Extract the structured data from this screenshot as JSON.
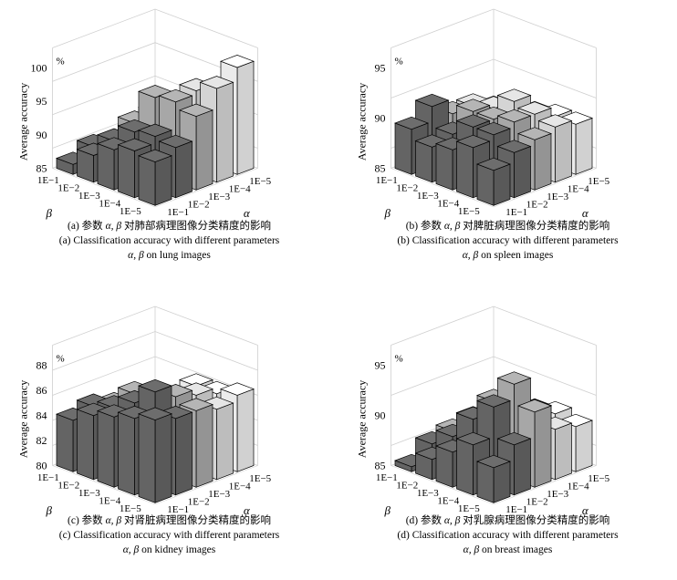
{
  "colors": {
    "bar_dark": "#6d6d6d",
    "bar_mid": "#b5b5b5",
    "bar_light": "#e6e6e6",
    "bar_white": "#ffffff",
    "edge": "#000000",
    "grid": "#cfcfcf"
  },
  "chart_data": [
    {
      "type": "bar3d",
      "zlabel": "Average accuracy",
      "zunit": "%",
      "zlim": [
        85,
        100
      ],
      "zticks": [
        "85",
        "90",
        "95",
        "100"
      ],
      "alpha_ticks": [
        "1E−1",
        "1E−2",
        "1E−3",
        "1E−4",
        "1E−5"
      ],
      "beta_ticks": [
        "1E−5",
        "1E−4",
        "1E−3",
        "1E−2",
        "1E−1"
      ],
      "alpha_label": "α",
      "beta_label": "β",
      "alpha": [
        "1E-1",
        "1E-2",
        "1E-3",
        "1E-4",
        "1E-5"
      ],
      "beta": [
        "1E-5",
        "1E-4",
        "1E-3",
        "1E-2",
        "1E-1"
      ],
      "values": [
        [
          88.5,
          89.5,
          93.0,
          96.0,
          98.0
        ],
        [
          89.0,
          90.0,
          94.0,
          94.5,
          93.5
        ],
        [
          88.0,
          89.5,
          93.5,
          91.5,
          90.5
        ],
        [
          86.0,
          87.0,
          88.5,
          88.0,
          87.0
        ],
        [
          83.5,
          85.0,
          84.5,
          85.0,
          86.5
        ]
      ],
      "caption": {
        "cn_label": "(a) 参数 ",
        "cn_sym": "α, β",
        "cn_text": " 对肺部病理图像分类精度的影响",
        "en_line1": "(a) Classification accuracy with different parameters",
        "en_sym": "α, β",
        "en_text": " on lung images"
      }
    },
    {
      "type": "bar3d",
      "zlabel": "Average accuracy",
      "zunit": "%",
      "zlim": [
        85,
        95
      ],
      "zticks": [
        "85",
        "90",
        "95"
      ],
      "alpha_ticks": [
        "1E−1",
        "1E−2",
        "1E−3",
        "1E−4",
        "1E−5"
      ],
      "beta_ticks": [
        "1E−5",
        "1E−4",
        "1E−3",
        "1E−2",
        "1E−1"
      ],
      "alpha_label": "α",
      "beta_label": "β",
      "alpha": [
        "1E-1",
        "1E-2",
        "1E-3",
        "1E-4",
        "1E-5"
      ],
      "beta": [
        "1E-5",
        "1E-4",
        "1E-3",
        "1E-2",
        "1E-1"
      ],
      "values": [
        [
          86.5,
          87.5,
          88.0,
          88.5,
          88.0
        ],
        [
          88.0,
          88.5,
          89.0,
          89.0,
          88.0
        ],
        [
          87.0,
          88.5,
          88.5,
          89.5,
          87.5
        ],
        [
          86.5,
          87.0,
          88.5,
          88.0,
          87.0
        ],
        [
          87.5,
          89.0,
          87.5,
          87.5,
          86.5
        ]
      ],
      "caption": {
        "cn_label": "(b) 参数 ",
        "cn_sym": "α, β",
        "cn_text": " 对脾脏病理图像分类精度的影响",
        "en_line1": "(b) Classification accuracy with different parameters",
        "en_sym": "α, β",
        "en_text": " on spleen images"
      }
    },
    {
      "type": "bar3d",
      "zlabel": "Average accuracy",
      "zunit": "%",
      "zlim": [
        80,
        88
      ],
      "zticks": [
        "80",
        "82",
        "84",
        "86",
        "88"
      ],
      "alpha_ticks": [
        "1E−1",
        "1E−2",
        "1E−3",
        "1E−4",
        "1E−5"
      ],
      "beta_ticks": [
        "1E−5",
        "1E−4",
        "1E−3",
        "1E−2",
        "1E−1"
      ],
      "alpha_label": "α",
      "beta_label": "β",
      "alpha": [
        "1E-1",
        "1E-2",
        "1E-3",
        "1E-4",
        "1E-5"
      ],
      "beta": [
        "1E-5",
        "1E-4",
        "1E-3",
        "1E-2",
        "1E-1"
      ],
      "values": [
        [
          85.0,
          84.5,
          84.5,
          84.0,
          84.5
        ],
        [
          84.5,
          86.0,
          85.0,
          84.5,
          84.0
        ],
        [
          84.0,
          84.5,
          84.5,
          83.5,
          84.0
        ],
        [
          83.5,
          83.5,
          84.0,
          83.5,
          81.5
        ],
        [
          82.5,
          83.0,
          82.5,
          82.0,
          81.5
        ]
      ],
      "caption": {
        "cn_label": "(c) 参数 ",
        "cn_sym": "α, β",
        "cn_text": " 对肾脏病理图像分类精度的影响",
        "en_line1": "(c) Classification accuracy with different parameters",
        "en_sym": "α, β",
        "en_text": " on kidney images"
      }
    },
    {
      "type": "bar3d",
      "zlabel": "Average accuracy",
      "zunit": "%",
      "zlim": [
        85,
        95
      ],
      "zticks": [
        "85",
        "90",
        "95"
      ],
      "alpha_ticks": [
        "1E−1",
        "1E−2",
        "1E−3",
        "1E−4",
        "1E−5"
      ],
      "beta_ticks": [
        "1E−5",
        "1E−4",
        "1E−3",
        "1E−2",
        "1E−1"
      ],
      "alpha_label": "α",
      "beta_label": "β",
      "alpha": [
        "1E-1",
        "1E-2",
        "1E-3",
        "1E-4",
        "1E-5"
      ],
      "beta": [
        "1E-5",
        "1E-4",
        "1E-3",
        "1E-2",
        "1E-1"
      ],
      "values": [
        [
          86.5,
          88.0,
          90.5,
          88.0,
          87.5
        ],
        [
          88.0,
          91.0,
          92.5,
          89.0,
          88.0
        ],
        [
          86.5,
          89.0,
          90.0,
          88.5,
          87.5
        ],
        [
          85.0,
          86.5,
          87.5,
          87.0,
          86.0
        ],
        [
          83.5,
          85.0,
          85.5,
          85.0,
          84.5
        ]
      ],
      "caption": {
        "cn_label": "(d) 参数 ",
        "cn_sym": "α, β",
        "cn_text": " 对乳腺病理图像分类精度的影响",
        "en_line1": "(d) Classification accuracy with different parameters",
        "en_sym": "α, β",
        "en_text": " on breast images"
      }
    }
  ]
}
